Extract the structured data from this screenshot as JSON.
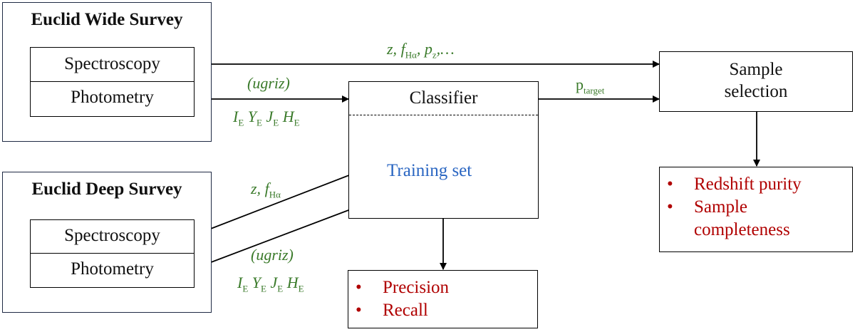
{
  "diagram": {
    "wide_survey": {
      "title": "Euclid Wide Survey",
      "rows": [
        "Spectroscopy",
        "Photometry"
      ]
    },
    "deep_survey": {
      "title": "Euclid Deep Survey",
      "rows": [
        "Spectroscopy",
        "Photometry"
      ]
    },
    "classifier": {
      "title": "Classifier",
      "training_set": "Training set"
    },
    "sample_selection": {
      "title_line1": "Sample",
      "title_line2": "selection"
    },
    "classifier_metrics": {
      "bullet": "•",
      "items": [
        "Precision",
        "Recall"
      ]
    },
    "selection_metrics": {
      "bullet": "•",
      "items": [
        "Redshift purity",
        "Sample completeness"
      ],
      "item2_line1": "Sample",
      "item2_line2": "completeness"
    },
    "edge_labels": {
      "wide_spec_to_selection": {
        "z": "z,",
        "f": "f",
        "f_sub": "Hα",
        "sep": ",",
        "p": "p",
        "p_sub": "z",
        "tail": ",…"
      },
      "wide_phot_optical": "(ugriz)",
      "wide_phot_nir": {
        "I": "I",
        "Y": "Y",
        "J": "J",
        "H": "H",
        "sub": "E"
      },
      "classifier_to_selection": {
        "p": "p",
        "p_sub": "target"
      },
      "deep_spec": {
        "z": "z,",
        "f": "f",
        "f_sub": "Hα"
      },
      "deep_phot_optical": "(ugriz)",
      "deep_phot_nir": {
        "I": "I",
        "Y": "Y",
        "J": "J",
        "H": "H",
        "sub": "E"
      }
    },
    "colors": {
      "label_green": "#3a7a2a",
      "training_blue": "#2a66c2",
      "metric_red": "#b00000",
      "survey_border": "#1f2a44"
    }
  }
}
